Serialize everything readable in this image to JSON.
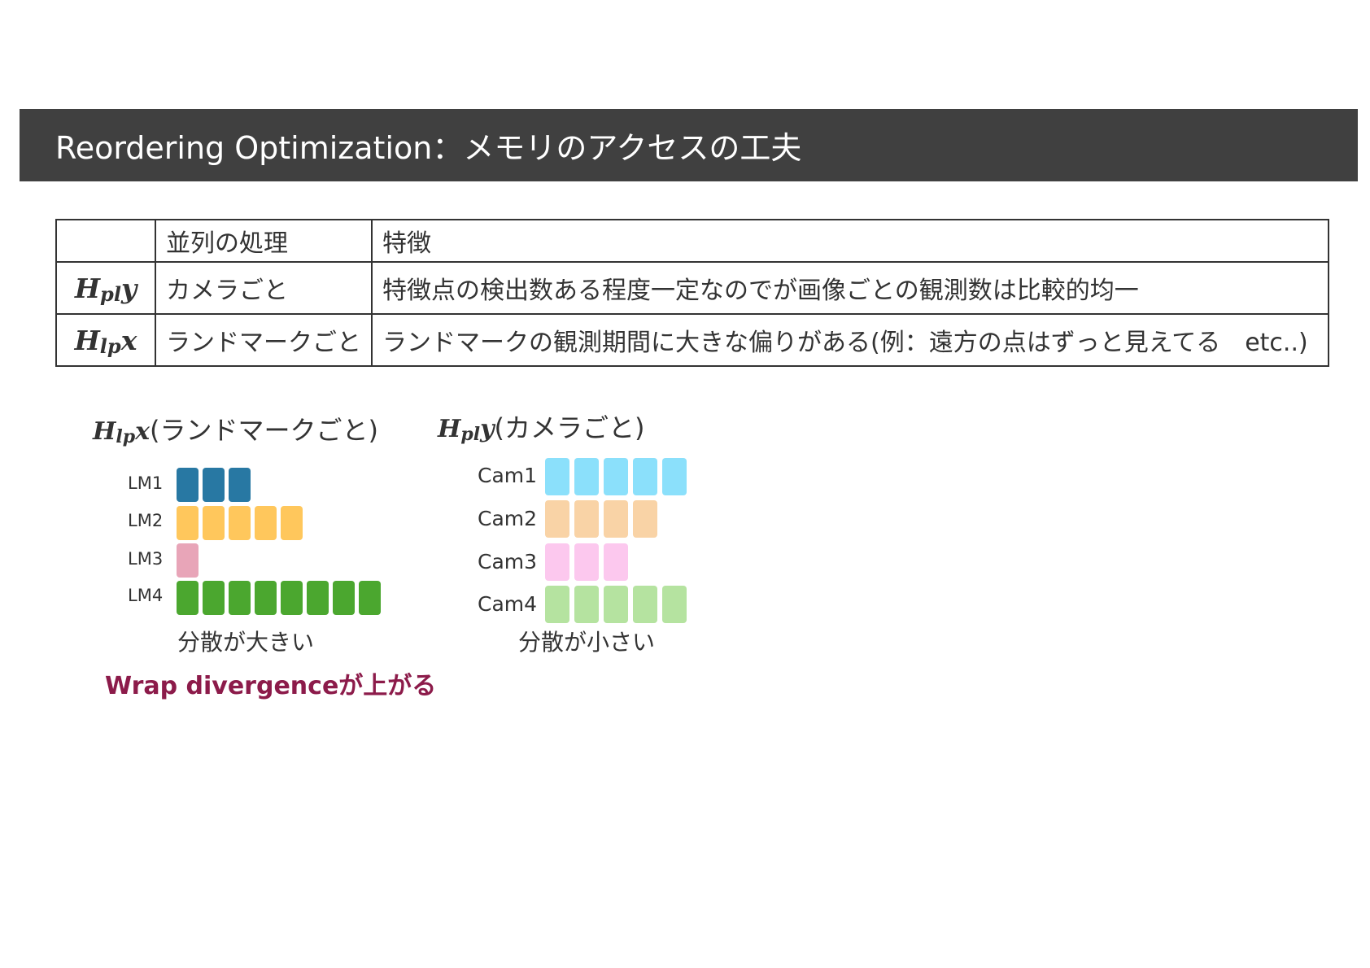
{
  "title": "Reordering Optimization：メモリのアクセスの工夫",
  "table": {
    "headers": [
      "",
      "並列の処理",
      "特徴"
    ],
    "rows": [
      {
        "H": "H",
        "sub": "pl",
        "vec": "y",
        "processing": "カメラごと",
        "feature": "特徴点の検出数ある程度一定なのでが画像ごとの観測数は比較的均一"
      },
      {
        "H": "H",
        "sub": "lp",
        "vec": "x",
        "processing": "ランドマークごと",
        "feature": "ランドマークの観測期間に大きな偏りがある(例：遠方の点はずっと見えてる　etc..)"
      }
    ]
  },
  "landmark": {
    "H": "H",
    "sub": "lp",
    "vec": "x",
    "title_suffix": "(ランドマークごと)",
    "rows": [
      {
        "label": "LM1",
        "count": 3
      },
      {
        "label": "LM2",
        "count": 5
      },
      {
        "label": "LM3",
        "count": 1
      },
      {
        "label": "LM4",
        "count": 8
      }
    ],
    "colors": [
      "#2878a3",
      "#ffc75c",
      "#e8a5b8",
      "#4ba72f"
    ],
    "caption": "分散が大きい"
  },
  "camera": {
    "H": "H",
    "sub": "pl",
    "vec": "y",
    "title_suffix": "(カメラごと)",
    "rows": [
      {
        "label": "Cam1",
        "count": 5
      },
      {
        "label": "Cam2",
        "count": 4
      },
      {
        "label": "Cam3",
        "count": 3
      },
      {
        "label": "Cam4",
        "count": 5
      }
    ],
    "colors": [
      "#8be0fb",
      "#f9d3a6",
      "#fcc8ee",
      "#b5e3a0"
    ],
    "caption": "分散が小さい"
  },
  "conclusion": {
    "text": "Wrap divergenceが上がる",
    "color": "#8c1b4a"
  }
}
